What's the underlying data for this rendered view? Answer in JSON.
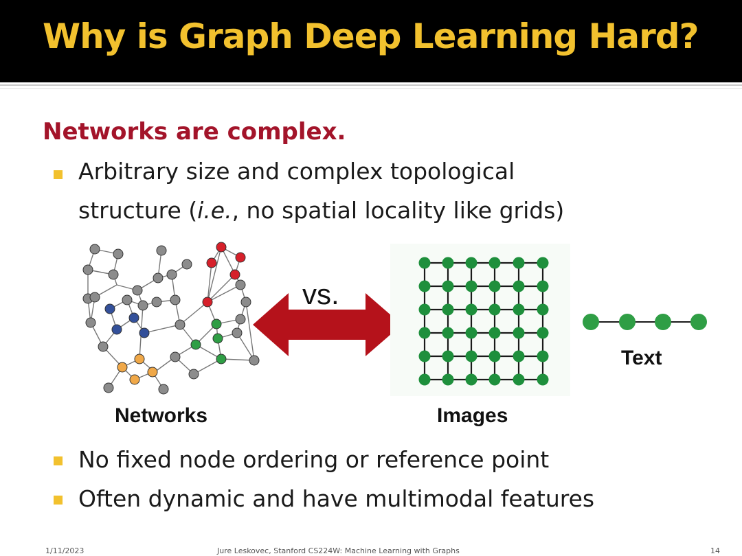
{
  "slide": {
    "title": "Why is Graph Deep Learning Hard?",
    "subheading": "Networks are complex.",
    "bullets": {
      "b1_line1": "Arbitrary size and complex topological",
      "b1_line2_pre": "structure (",
      "b1_line2_italic": "i.e.",
      "b1_line2_post": ", no spatial locality like grids)",
      "b2": "No fixed node ordering or reference point",
      "b3": "Often dynamic and have multimodal features"
    }
  },
  "figure": {
    "vs_label": "vs.",
    "networks_label": "Networks",
    "images_label": "Images",
    "text_label": "Text",
    "colors": {
      "gray_node": "#8c8c8c",
      "red_node": "#d6202a",
      "blue_node": "#33509a",
      "orange_node": "#f0a848",
      "green_node": "#2f9e45",
      "grid_node": "#1e8f3c",
      "arrow": "#b5121b"
    }
  },
  "footer": {
    "date": "1/11/2023",
    "credit": "Jure Leskovec, Stanford CS224W: Machine Learning with Graphs",
    "page": "14"
  }
}
